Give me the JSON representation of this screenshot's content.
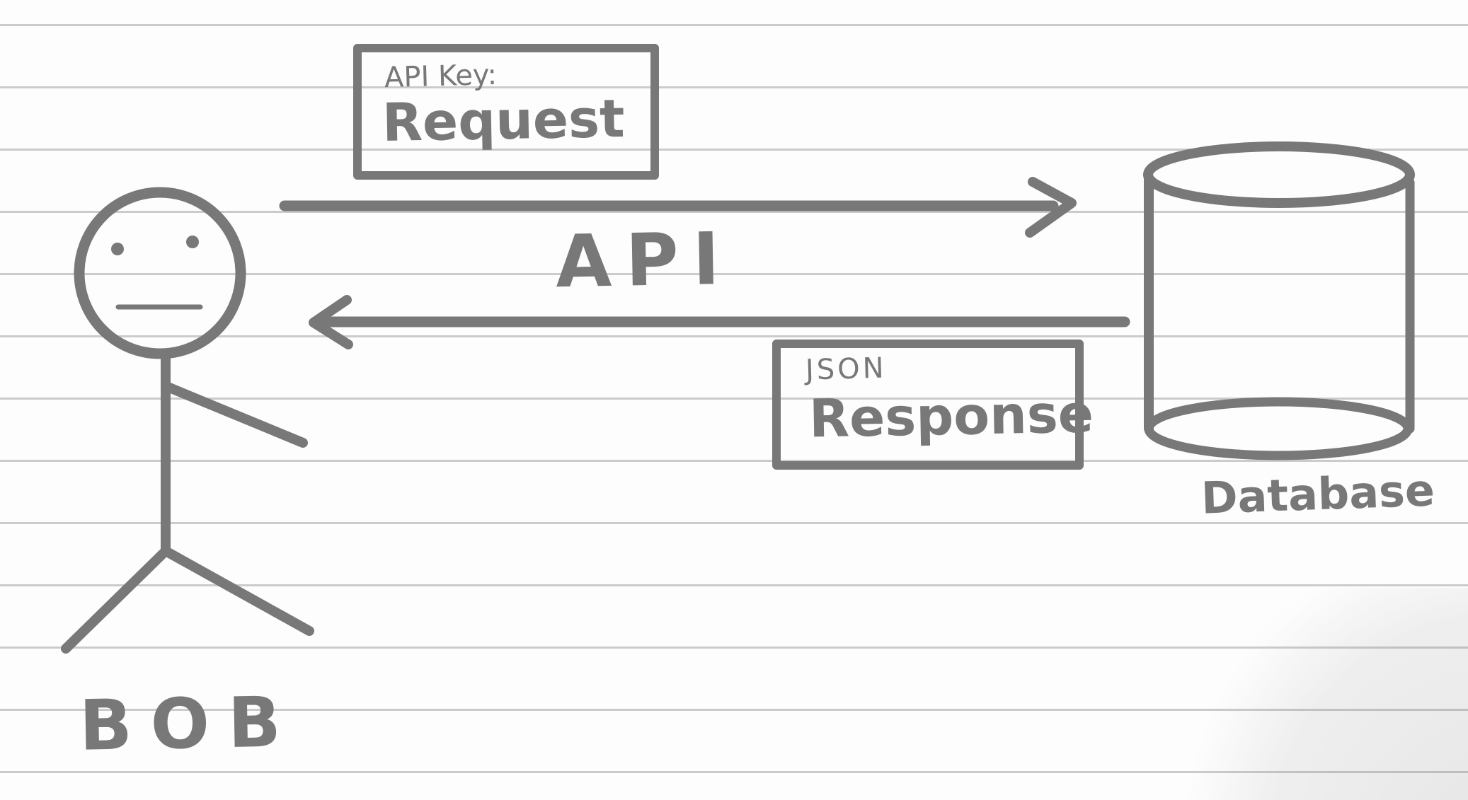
{
  "colors": {
    "ink": "#787878",
    "ruled_line": "#cbcbcb",
    "paper": "#fdfdfd"
  },
  "diagram": {
    "actor": {
      "name": "BOB"
    },
    "database": {
      "label": "Database"
    },
    "channel_label": "API",
    "request_arrow": {
      "direction": "left-to-right",
      "tag": "API Key:",
      "label": "Request"
    },
    "response_arrow": {
      "direction": "right-to-left",
      "tag": "JSON",
      "label": "Response"
    }
  }
}
